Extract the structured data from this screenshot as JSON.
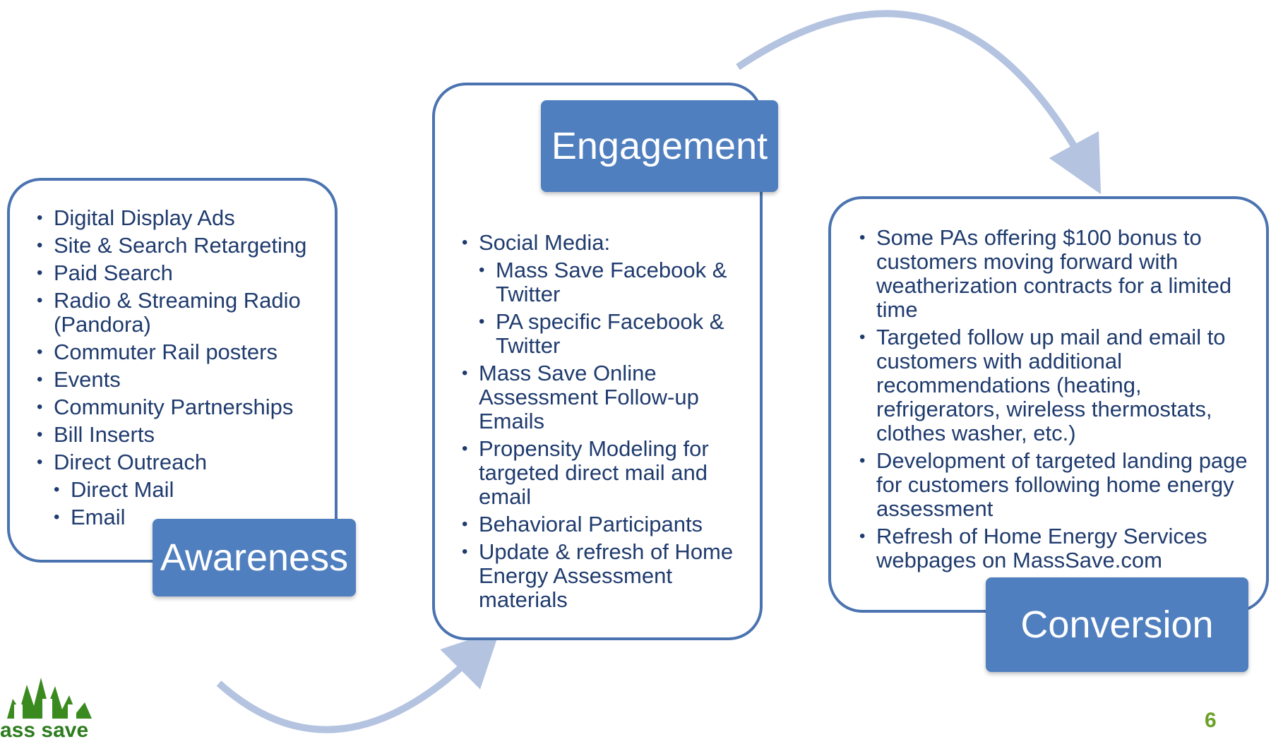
{
  "awareness": {
    "label": "Awareness",
    "items": [
      {
        "text": "Digital Display Ads",
        "sub": false
      },
      {
        "text": "Site & Search Retargeting",
        "sub": false
      },
      {
        "text": "Paid Search",
        "sub": false
      },
      {
        "text": "Radio & Streaming Radio (Pandora)",
        "sub": false
      },
      {
        "text": "Commuter Rail posters",
        "sub": false
      },
      {
        "text": "Events",
        "sub": false
      },
      {
        "text": "Community Partnerships",
        "sub": false
      },
      {
        "text": "Bill Inserts",
        "sub": false
      },
      {
        "text": "Direct Outreach",
        "sub": false
      },
      {
        "text": "Direct Mail",
        "sub": true
      },
      {
        "text": "Email",
        "sub": true
      }
    ]
  },
  "engagement": {
    "label": "Engagement",
    "items": [
      {
        "text": "Social Media:",
        "sub": false
      },
      {
        "text": "Mass Save Facebook & Twitter",
        "sub": true
      },
      {
        "text": "PA specific Facebook & Twitter",
        "sub": true
      },
      {
        "text": "Mass Save Online Assessment Follow-up Emails",
        "sub": false
      },
      {
        "text": "Propensity Modeling for targeted direct mail and email",
        "sub": false
      },
      {
        "text": "Behavioral Participants",
        "sub": false
      },
      {
        "text": "Update & refresh of Home Energy Assessment materials",
        "sub": false
      }
    ]
  },
  "conversion": {
    "label": "Conversion",
    "items": [
      {
        "text": "Some PAs offering $100 bonus  to customers moving forward with weatherization contracts for a limited time",
        "sub": false
      },
      {
        "text": "Targeted follow up mail and email to customers with additional recommendations (heating, refrigerators, wireless thermostats, clothes washer, etc.)",
        "sub": false
      },
      {
        "text": "Development of targeted landing page for customers following home energy assessment",
        "sub": false
      },
      {
        "text": "Refresh of Home Energy Services webpages on MassSave.com",
        "sub": false
      }
    ]
  },
  "logo_text": "ass save",
  "page_number": "6",
  "colors": {
    "box_border": "#4a73b0",
    "label_fill": "#4f7fbf",
    "arrow": "#b3c3e0",
    "text": "#1f3b6e",
    "logo_green": "#3a8a1f"
  }
}
